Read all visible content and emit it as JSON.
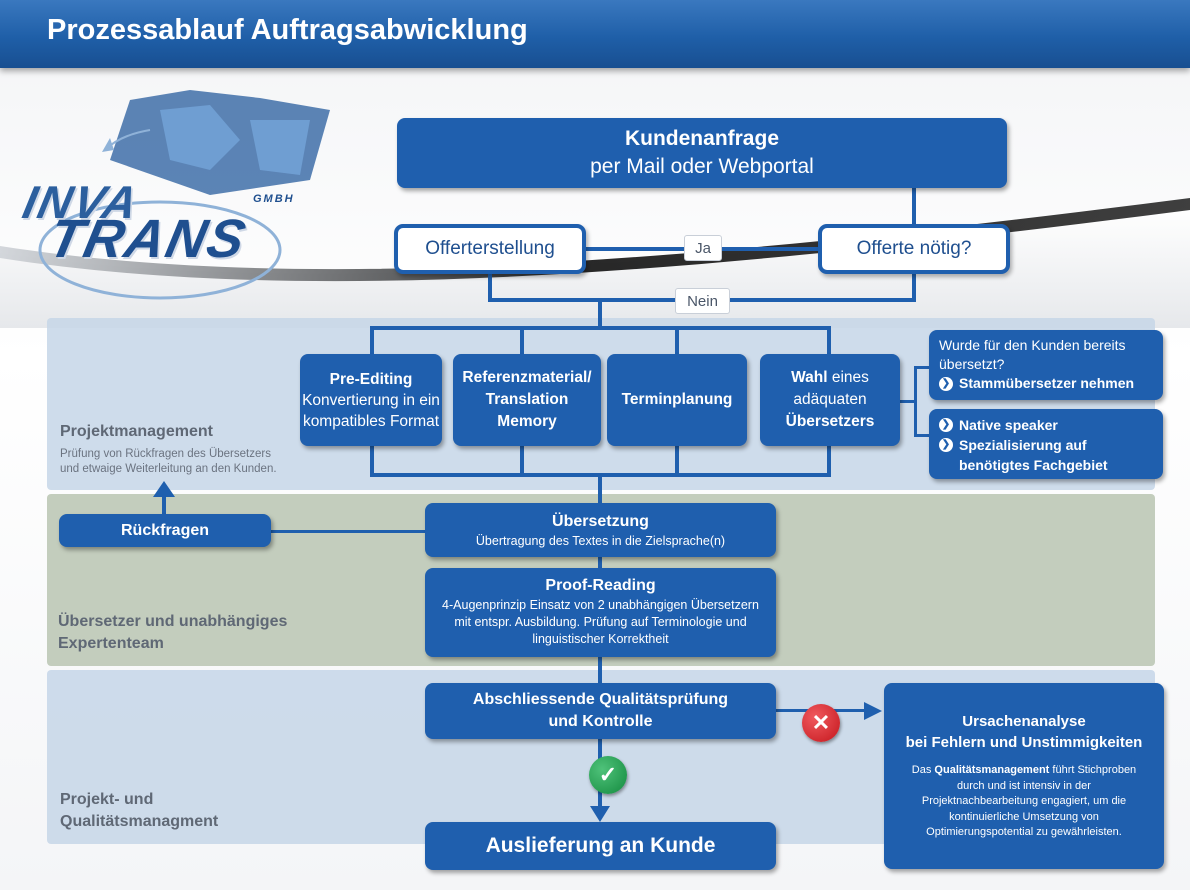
{
  "header": {
    "title": "Prozessablauf Auftragsabwicklung"
  },
  "logo": {
    "line1": "INVA",
    "line2": "TRANS",
    "suffix": "GMBH"
  },
  "nodes": {
    "kundenanfrage": {
      "title": "Kundenanfrage",
      "subtitle": "per Mail oder Webportal"
    },
    "offerterstellung": "Offerterstellung",
    "offerte_noetig": "Offerte nötig?",
    "ja": "Ja",
    "nein": "Nein",
    "pre_editing": {
      "title": "Pre-Editing",
      "text": "Konvertierung in ein kompatibles Format"
    },
    "referenzmaterial": "Referenzmaterial/ Translation Memory",
    "terminplanung": "Terminplanung",
    "wahl": {
      "prefix": "Wahl",
      "rest": "eines",
      "line2": "adäquaten",
      "line3": "Übersetzers"
    },
    "info1": {
      "text": "Wurde für den Kunden bereits übersetzt?",
      "bullet": "Stammübersetzer nehmen"
    },
    "info2": {
      "bullets": [
        "Native speaker",
        "Spezialisierung auf benötigtes Fachgebiet"
      ]
    },
    "rueckfragen": "Rückfragen",
    "uebersetzung": {
      "title": "Übersetzung",
      "text": "Übertragung des Textes in die Zielsprache(n)"
    },
    "proofreading": {
      "title": "Proof-Reading",
      "text": "4-Augenprinzip Einsatz von 2 unabhängigen Übersetzern mit entspr. Ausbildung. Prüfung auf Terminologie und linguistischer Korrektheit"
    },
    "qualitaet": {
      "line1": "Abschliessende Qualitätsprüfung",
      "line2": "und Kontrolle"
    },
    "ursachen": {
      "title": "Ursachenanalyse",
      "subtitle": "bei Fehlern und Unstimmigkeiten",
      "text_prefix": "Das ",
      "text_bold": "Qualitätsmanagement",
      "text_rest": " führt Stichproben durch und ist intensiv in der Projektnachbearbeitung engagiert, um die kontinuierliche Umsetzung von Optimierungspotential zu gewährleisten."
    },
    "auslieferung": "Auslieferung an Kunde"
  },
  "bands": {
    "pm": {
      "label": "Projektmanagement",
      "sub": "Prüfung von Rückfragen des Übersetzers und etwaige Weiterleitung an den Kunden."
    },
    "ue": {
      "label": "Übersetzer und unabhängiges Expertenteam"
    },
    "qm": {
      "label": "Projekt- und Qualitätsmanagment"
    }
  },
  "colors": {
    "primary": "#1f5fae",
    "ok": "#1f9a4b",
    "error": "#d42027"
  }
}
